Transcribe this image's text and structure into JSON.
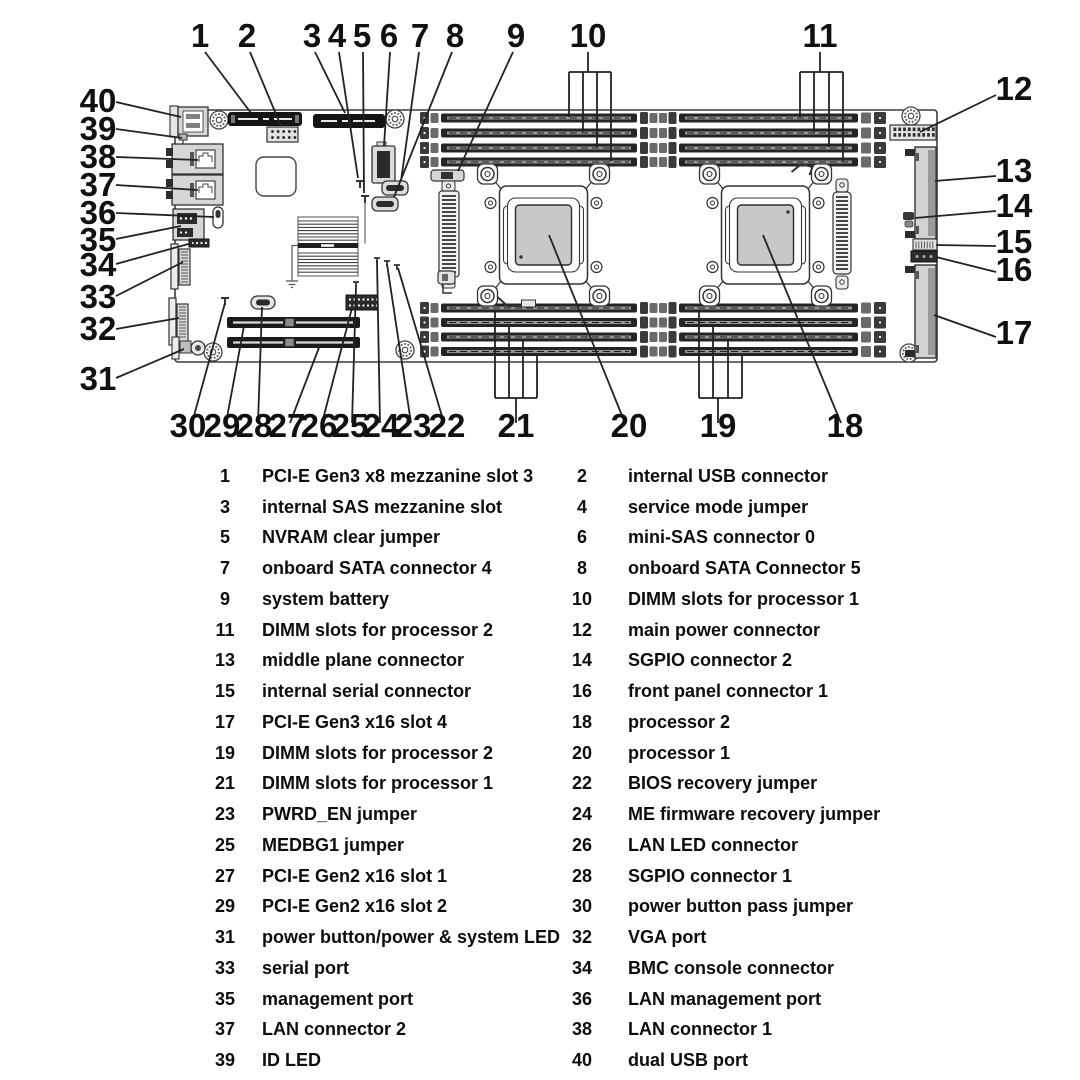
{
  "page": {
    "background": "#ffffff"
  },
  "diagram": {
    "description": "server motherboard component callout diagram",
    "callouts": [
      "1",
      "2",
      "3",
      "4",
      "5",
      "6",
      "7",
      "8",
      "9",
      "10",
      "11",
      "12",
      "13",
      "14",
      "15",
      "16",
      "17",
      "18",
      "19",
      "20",
      "21",
      "22",
      "23",
      "24",
      "25",
      "26",
      "27",
      "28",
      "29",
      "30",
      "31",
      "32",
      "33",
      "34",
      "35",
      "36",
      "37",
      "38",
      "39",
      "40"
    ]
  },
  "legend": {
    "items": [
      {
        "n": "1",
        "label": "PCI-E Gen3 x8 mezzanine slot 3"
      },
      {
        "n": "2",
        "label": "internal USB connector"
      },
      {
        "n": "3",
        "label": "internal SAS mezzanine slot"
      },
      {
        "n": "4",
        "label": "service mode jumper"
      },
      {
        "n": "5",
        "label": "NVRAM clear jumper"
      },
      {
        "n": "6",
        "label": "mini-SAS connector 0"
      },
      {
        "n": "7",
        "label": "onboard SATA connector 4"
      },
      {
        "n": "8",
        "label": "onboard SATA Connector 5"
      },
      {
        "n": "9",
        "label": "system battery"
      },
      {
        "n": "10",
        "label": "DIMM slots for processor 1"
      },
      {
        "n": "11",
        "label": "DIMM slots for processor 2"
      },
      {
        "n": "12",
        "label": "main power connector"
      },
      {
        "n": "13",
        "label": "middle plane connector"
      },
      {
        "n": "14",
        "label": "SGPIO connector 2"
      },
      {
        "n": "15",
        "label": "internal serial connector"
      },
      {
        "n": "16",
        "label": "front panel connector 1"
      },
      {
        "n": "17",
        "label": "PCI-E Gen3 x16 slot 4"
      },
      {
        "n": "18",
        "label": "processor 2"
      },
      {
        "n": "19",
        "label": "DIMM slots for processor 2"
      },
      {
        "n": "20",
        "label": "processor 1"
      },
      {
        "n": "21",
        "label": "DIMM slots for processor 1"
      },
      {
        "n": "22",
        "label": "BIOS recovery jumper"
      },
      {
        "n": "23",
        "label": "PWRD_EN jumper"
      },
      {
        "n": "24",
        "label": "ME firmware recovery jumper"
      },
      {
        "n": "25",
        "label": "MEDBG1 jumper"
      },
      {
        "n": "26",
        "label": "LAN LED connector"
      },
      {
        "n": "27",
        "label": "PCI-E Gen2 x16 slot 1"
      },
      {
        "n": "28",
        "label": "SGPIO connector 1"
      },
      {
        "n": "29",
        "label": "PCI-E Gen2 x16 slot 2"
      },
      {
        "n": "30",
        "label": "power button pass jumper"
      },
      {
        "n": "31",
        "label": "power button/power &amp; system LED"
      },
      {
        "n": "32",
        "label": "VGA port"
      },
      {
        "n": "33",
        "label": "serial port"
      },
      {
        "n": "34",
        "label": "BMC console connector"
      },
      {
        "n": "35",
        "label": "management port"
      },
      {
        "n": "36",
        "label": "LAN management port"
      },
      {
        "n": "37",
        "label": "LAN connector 2"
      },
      {
        "n": "38",
        "label": "LAN connector 1"
      },
      {
        "n": "39",
        "label": "ID LED"
      },
      {
        "n": "40",
        "label": "dual USB port"
      }
    ]
  },
  "colors": {
    "line": "#222222",
    "text": "#111111",
    "die": "#c8c8c8",
    "slot_dark": "#1b1b1b",
    "port_gray": "#d6d6d6"
  }
}
